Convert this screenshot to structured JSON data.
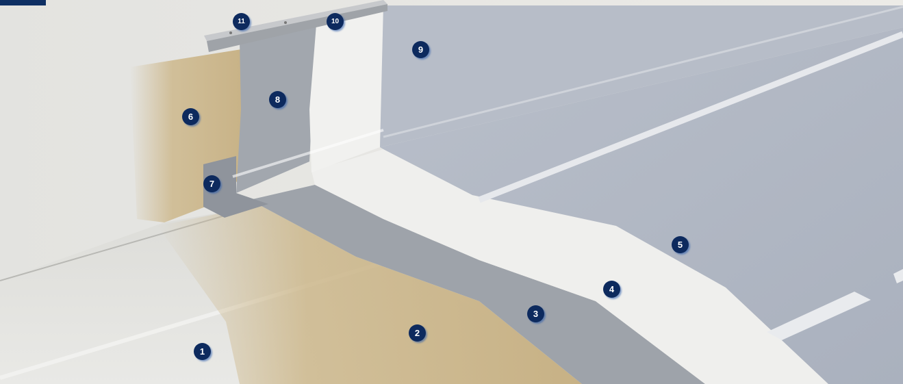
{
  "diagram": {
    "layers": [
      {
        "key": "1",
        "label": "1"
      },
      {
        "key": "2",
        "label": "2"
      },
      {
        "key": "3",
        "label": "3"
      },
      {
        "key": "4",
        "label": "4"
      },
      {
        "key": "5",
        "label": "5"
      },
      {
        "key": "6",
        "label": "6"
      },
      {
        "key": "7",
        "label": "7"
      },
      {
        "key": "8",
        "label": "8"
      },
      {
        "key": "9",
        "label": "9"
      },
      {
        "key": "10",
        "label": "10"
      },
      {
        "key": "11",
        "label": "11"
      }
    ],
    "colors": {
      "marker_fill": "#0d2a5e",
      "primer": "#c9b48a",
      "membrane_grey": "#9aa0a8",
      "fleece_white": "#eeeeee",
      "coating_blue_grey": "#b3b9c6",
      "brand_tab": "#0e2f63"
    }
  }
}
